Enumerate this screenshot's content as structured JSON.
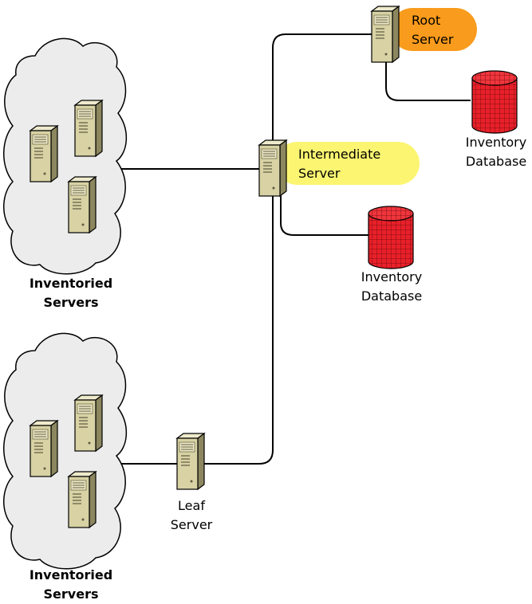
{
  "diagram": {
    "root_server": {
      "line1": "Root",
      "line2": "Server",
      "pill_color": "#f99b1c"
    },
    "intermediate_server": {
      "line1": "Intermediate",
      "line2": "Server",
      "pill_color": "#fbf571"
    },
    "leaf_server": {
      "line1": "Leaf",
      "line2": "Server"
    },
    "root_database": {
      "line1": "Inventory",
      "line2": "Database",
      "color": "#e8202a"
    },
    "intermediate_database": {
      "line1": "Inventory",
      "line2": "Database",
      "color": "#e8202a"
    },
    "upper_cloud": {
      "line1": "Inventoried",
      "line2": "Servers"
    },
    "lower_cloud": {
      "line1": "Inventoried",
      "line2": "Servers"
    },
    "server_color": "#d8d2a4",
    "cloud_color": "#ececec"
  }
}
